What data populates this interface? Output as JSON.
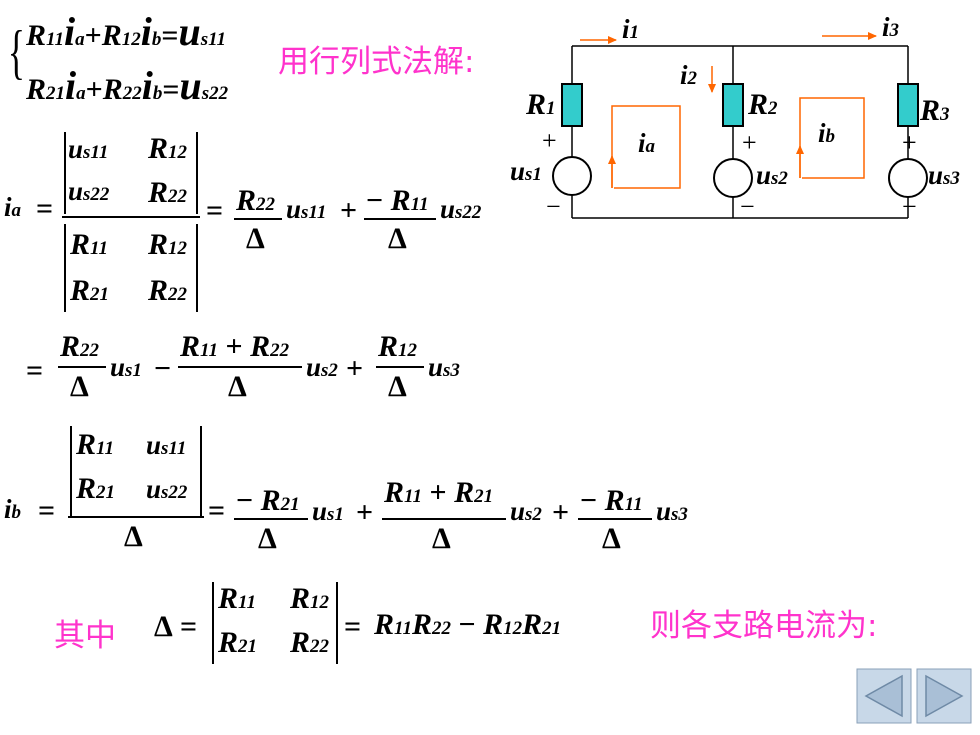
{
  "title_method": "用行列式法解:",
  "label_qizhong": "其中",
  "label_conclusion": "则各支路电流为:",
  "symbols": {
    "R": "R",
    "u": "u",
    "i": "i",
    "delta": "Δ",
    "minus": "−",
    "plus": "+",
    "eq": "=",
    "sub_11": "11",
    "sub_12": "12",
    "sub_21": "21",
    "sub_22": "22",
    "sub_a": "a",
    "sub_b": "b",
    "sub_s11": "s11",
    "sub_s22": "s22",
    "sub_s1": "s1",
    "sub_s2": "s2",
    "sub_s3": "s3",
    "sub_1": "1",
    "sub_2": "2",
    "sub_3": "3",
    "brace": "{"
  },
  "circuit": {
    "labels": {
      "i1": "i",
      "i1_sub": "1",
      "i2": "i",
      "i2_sub": "2",
      "i3": "i",
      "i3_sub": "3",
      "R1": "R",
      "R1_sub": "1",
      "R2": "R",
      "R2_sub": "2",
      "R3": "R",
      "R3_sub": "3",
      "ia": "i",
      "ia_sub": "a",
      "ib": "i",
      "ib_sub": "b",
      "us1": "u",
      "us1_sub": "s1",
      "us2": "u",
      "us2_sub": "s2",
      "us3": "u",
      "us3_sub": "s3",
      "plus": "+",
      "minus": "−"
    },
    "colors": {
      "resistor": "#33cccc",
      "arrow": "#ff6600",
      "wire": "#000000"
    }
  },
  "nav": {
    "back": "previous-slide",
    "forward": "next-slide"
  }
}
